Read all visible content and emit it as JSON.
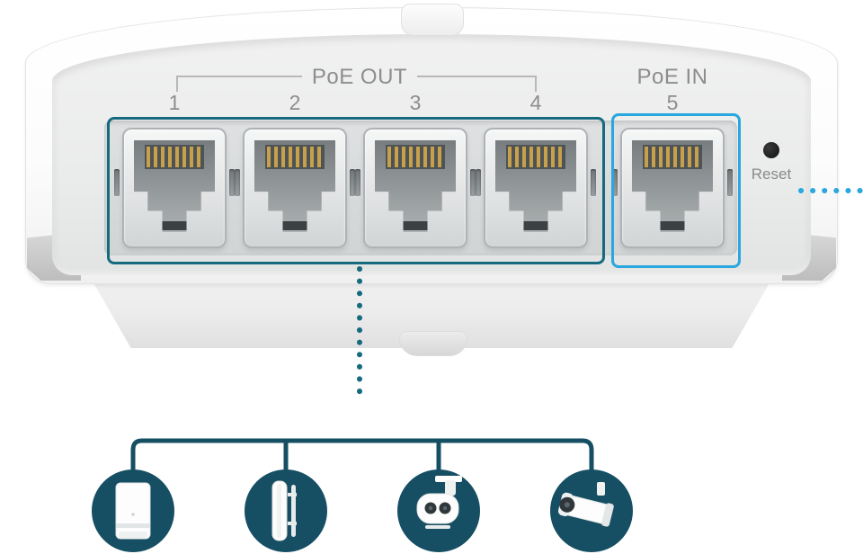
{
  "labels": {
    "poe_out": "PoE OUT",
    "poe_in": "PoE IN",
    "reset": "Reset"
  },
  "ports": [
    {
      "number": "1",
      "group": "PoE OUT"
    },
    {
      "number": "2",
      "group": "PoE OUT"
    },
    {
      "number": "3",
      "group": "PoE OUT"
    },
    {
      "number": "4",
      "group": "PoE OUT"
    },
    {
      "number": "5",
      "group": "PoE IN"
    }
  ],
  "colors": {
    "poe_out_accent": "#156a7e",
    "poe_in_accent": "#2aa7de",
    "tree": "#164f63",
    "label_text": "#8d8d8d"
  },
  "connected_devices": [
    {
      "icon": "wall-plate-access-point-icon"
    },
    {
      "icon": "outdoor-access-point-icon"
    },
    {
      "icon": "ptz-camera-icon"
    },
    {
      "icon": "bullet-camera-icon"
    }
  ]
}
